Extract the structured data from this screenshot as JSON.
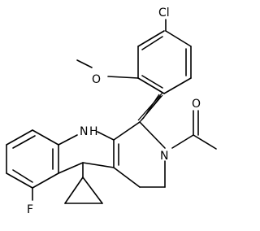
{
  "atoms": {
    "chlorine": "Cl",
    "methoxy_oxygen": "O",
    "carbonyl_oxygen": "O",
    "indole_nh": "H",
    "indole_nitrogen": "N",
    "amide_nitrogen": "N",
    "fluorine": "F"
  },
  "colors": {
    "bond": "#000000",
    "label": "#000000",
    "background": "#ffffff"
  }
}
